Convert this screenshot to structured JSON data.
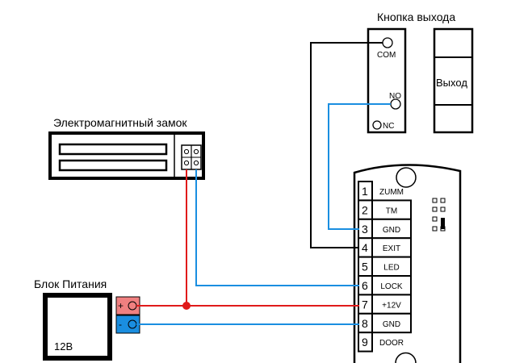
{
  "exit_button": {
    "title": "Кнопка выхода",
    "face_label": "Выход",
    "contacts": {
      "com": "COM",
      "no": "NO",
      "nc": "NC"
    }
  },
  "lock": {
    "title": "Электромагнитный замок"
  },
  "power_supply": {
    "title": "Блок Питания",
    "voltage": "12В",
    "plus": "+",
    "minus": "-"
  },
  "controller": {
    "terminals": [
      {
        "num": "1",
        "label": "ZUMM"
      },
      {
        "num": "2",
        "label": "TM"
      },
      {
        "num": "3",
        "label": "GND"
      },
      {
        "num": "4",
        "label": "EXIT"
      },
      {
        "num": "5",
        "label": "LED"
      },
      {
        "num": "6",
        "label": "LOCK"
      },
      {
        "num": "7",
        "label": "+12V"
      },
      {
        "num": "8",
        "label": "GND"
      },
      {
        "num": "9",
        "label": "DOOR"
      }
    ]
  },
  "colors": {
    "plus_wire": "#e01a1a",
    "minus_wire": "#1a8ee0",
    "signal_wire": "#000000",
    "plus_terminal": "#f08080",
    "minus_terminal": "#1a8ee0"
  }
}
